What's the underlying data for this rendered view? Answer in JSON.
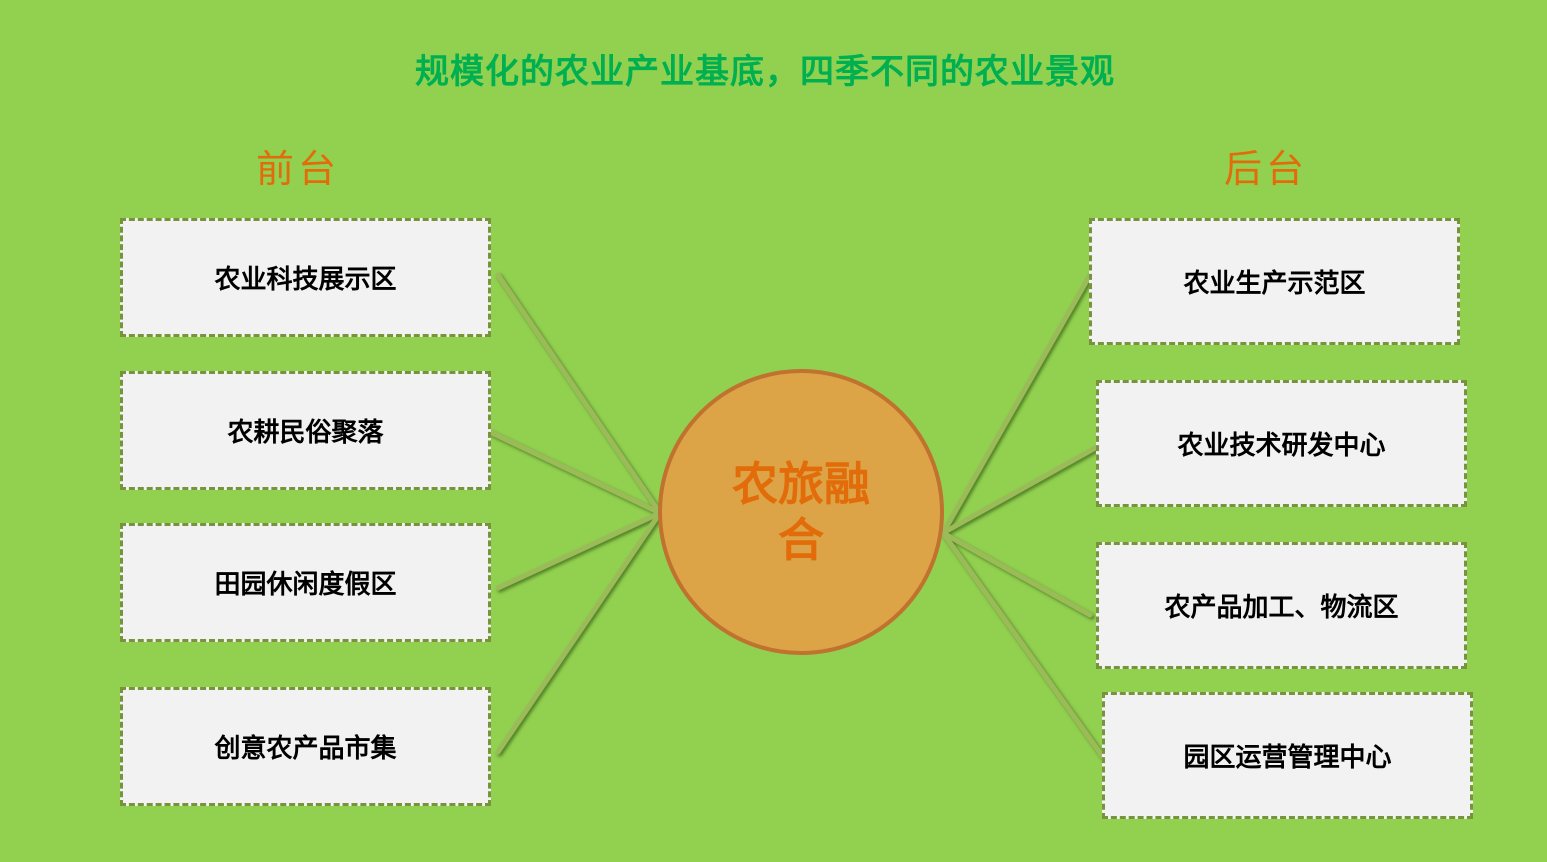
{
  "title": "规模化的农业产业基底，四季不同的农业景观",
  "hub": {
    "label": "农旅融合"
  },
  "front": {
    "label": "前台",
    "items": [
      {
        "label": "农业科技展示区"
      },
      {
        "label": "农耕民俗聚落"
      },
      {
        "label": "田园休闲度假区"
      },
      {
        "label": "创意农产品市集"
      }
    ]
  },
  "back": {
    "label": "后台",
    "items": [
      {
        "label": "农业生产示范区"
      },
      {
        "label": "农业技术研发中心"
      },
      {
        "label": "农产品加工、物流区"
      },
      {
        "label": "园区运营管理中心"
      }
    ]
  },
  "colors": {
    "background": "#92d050",
    "title": "#00b050",
    "side_label": "#e36c0a",
    "box_fill": "#f2f2f2",
    "box_border": "#77933c",
    "hub_fill": "#dca447",
    "hub_border": "#c0722f",
    "hub_text": "#e36c0a",
    "connector": "#9bbb59"
  }
}
